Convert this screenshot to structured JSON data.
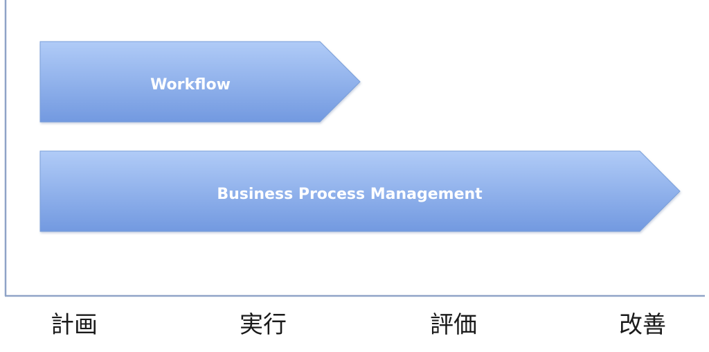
{
  "diagram": {
    "arrows": [
      {
        "label": "Workflow"
      },
      {
        "label": "Business Process Management"
      }
    ],
    "stages": [
      "計画",
      "実行",
      "評価",
      "改善"
    ],
    "colors": {
      "arrow_top": "#b0cbf7",
      "arrow_bottom": "#7299e0",
      "arrow_edge": "#7a9fd9",
      "axis": "#8fa3c7",
      "stage_text": "#1a1a1a"
    }
  }
}
